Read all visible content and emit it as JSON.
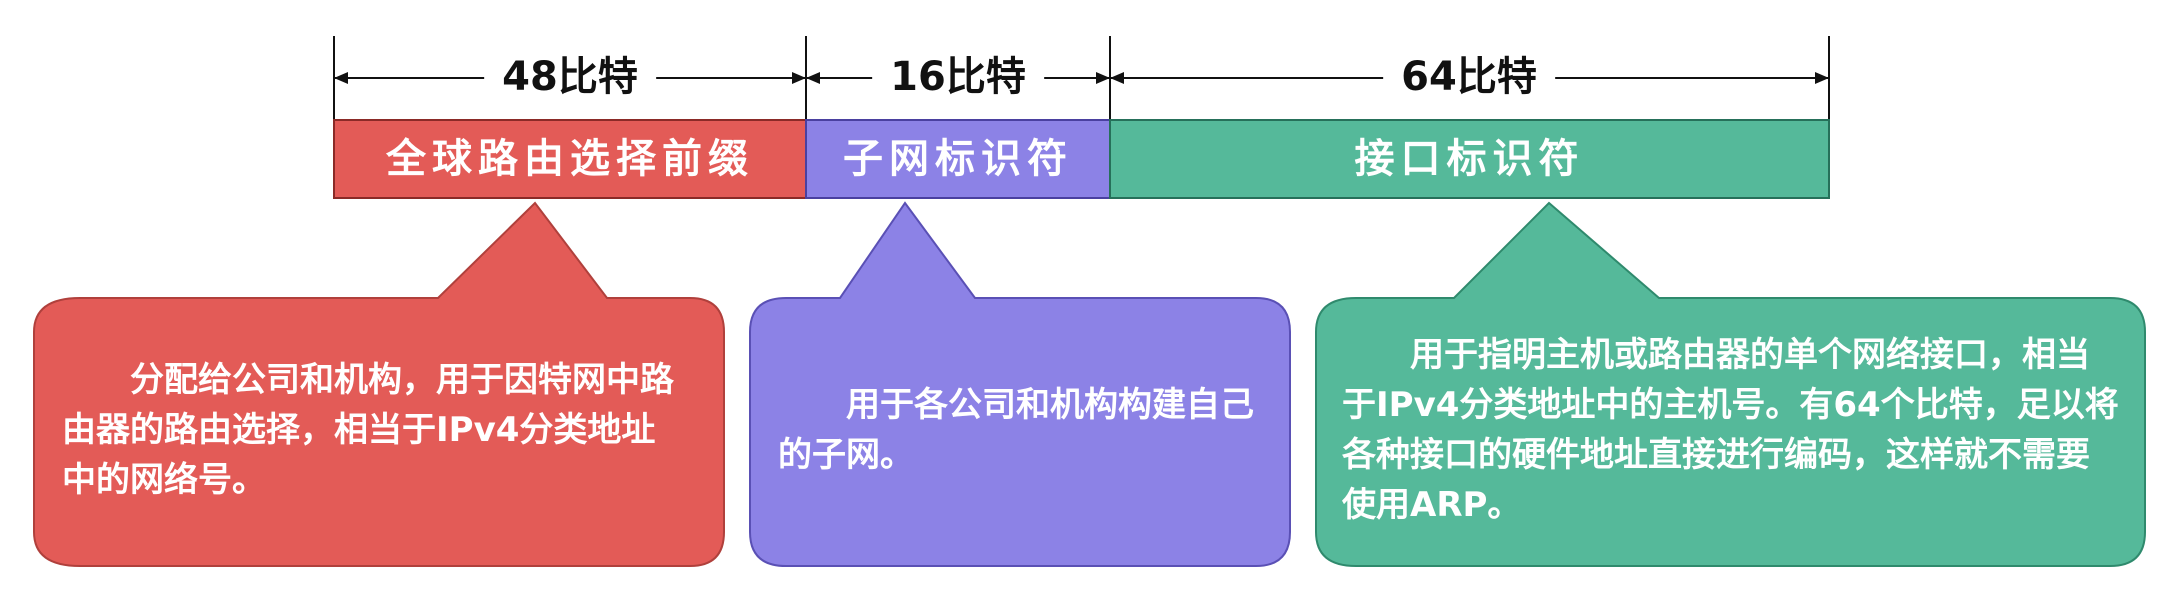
{
  "dimensions": [
    {
      "label": "48比特"
    },
    {
      "label": "16比特"
    },
    {
      "label": "64比特"
    }
  ],
  "segments": [
    {
      "label": "全球路由选择前缀",
      "color": "#E35B57"
    },
    {
      "label": "子网标识符",
      "color": "#8C82E6"
    },
    {
      "label": "接口标识符",
      "color": "#55B99A"
    }
  ],
  "callouts": [
    {
      "text": "分配给公司和机构，用于因特网中路由器的路由选择，相当于IPv4分类地址中的网络号。",
      "color": "#E35B57"
    },
    {
      "text": "用于各公司和机构构建自己的子网。",
      "color": "#8C82E6"
    },
    {
      "text": "用于指明主机或路由器的单个网络接口，相当于IPv4分类地址中的主机号。有64个比特，足以将各种接口的硬件地址直接进行编码，这样就不需要使用ARP。",
      "color": "#55B99A"
    }
  ]
}
